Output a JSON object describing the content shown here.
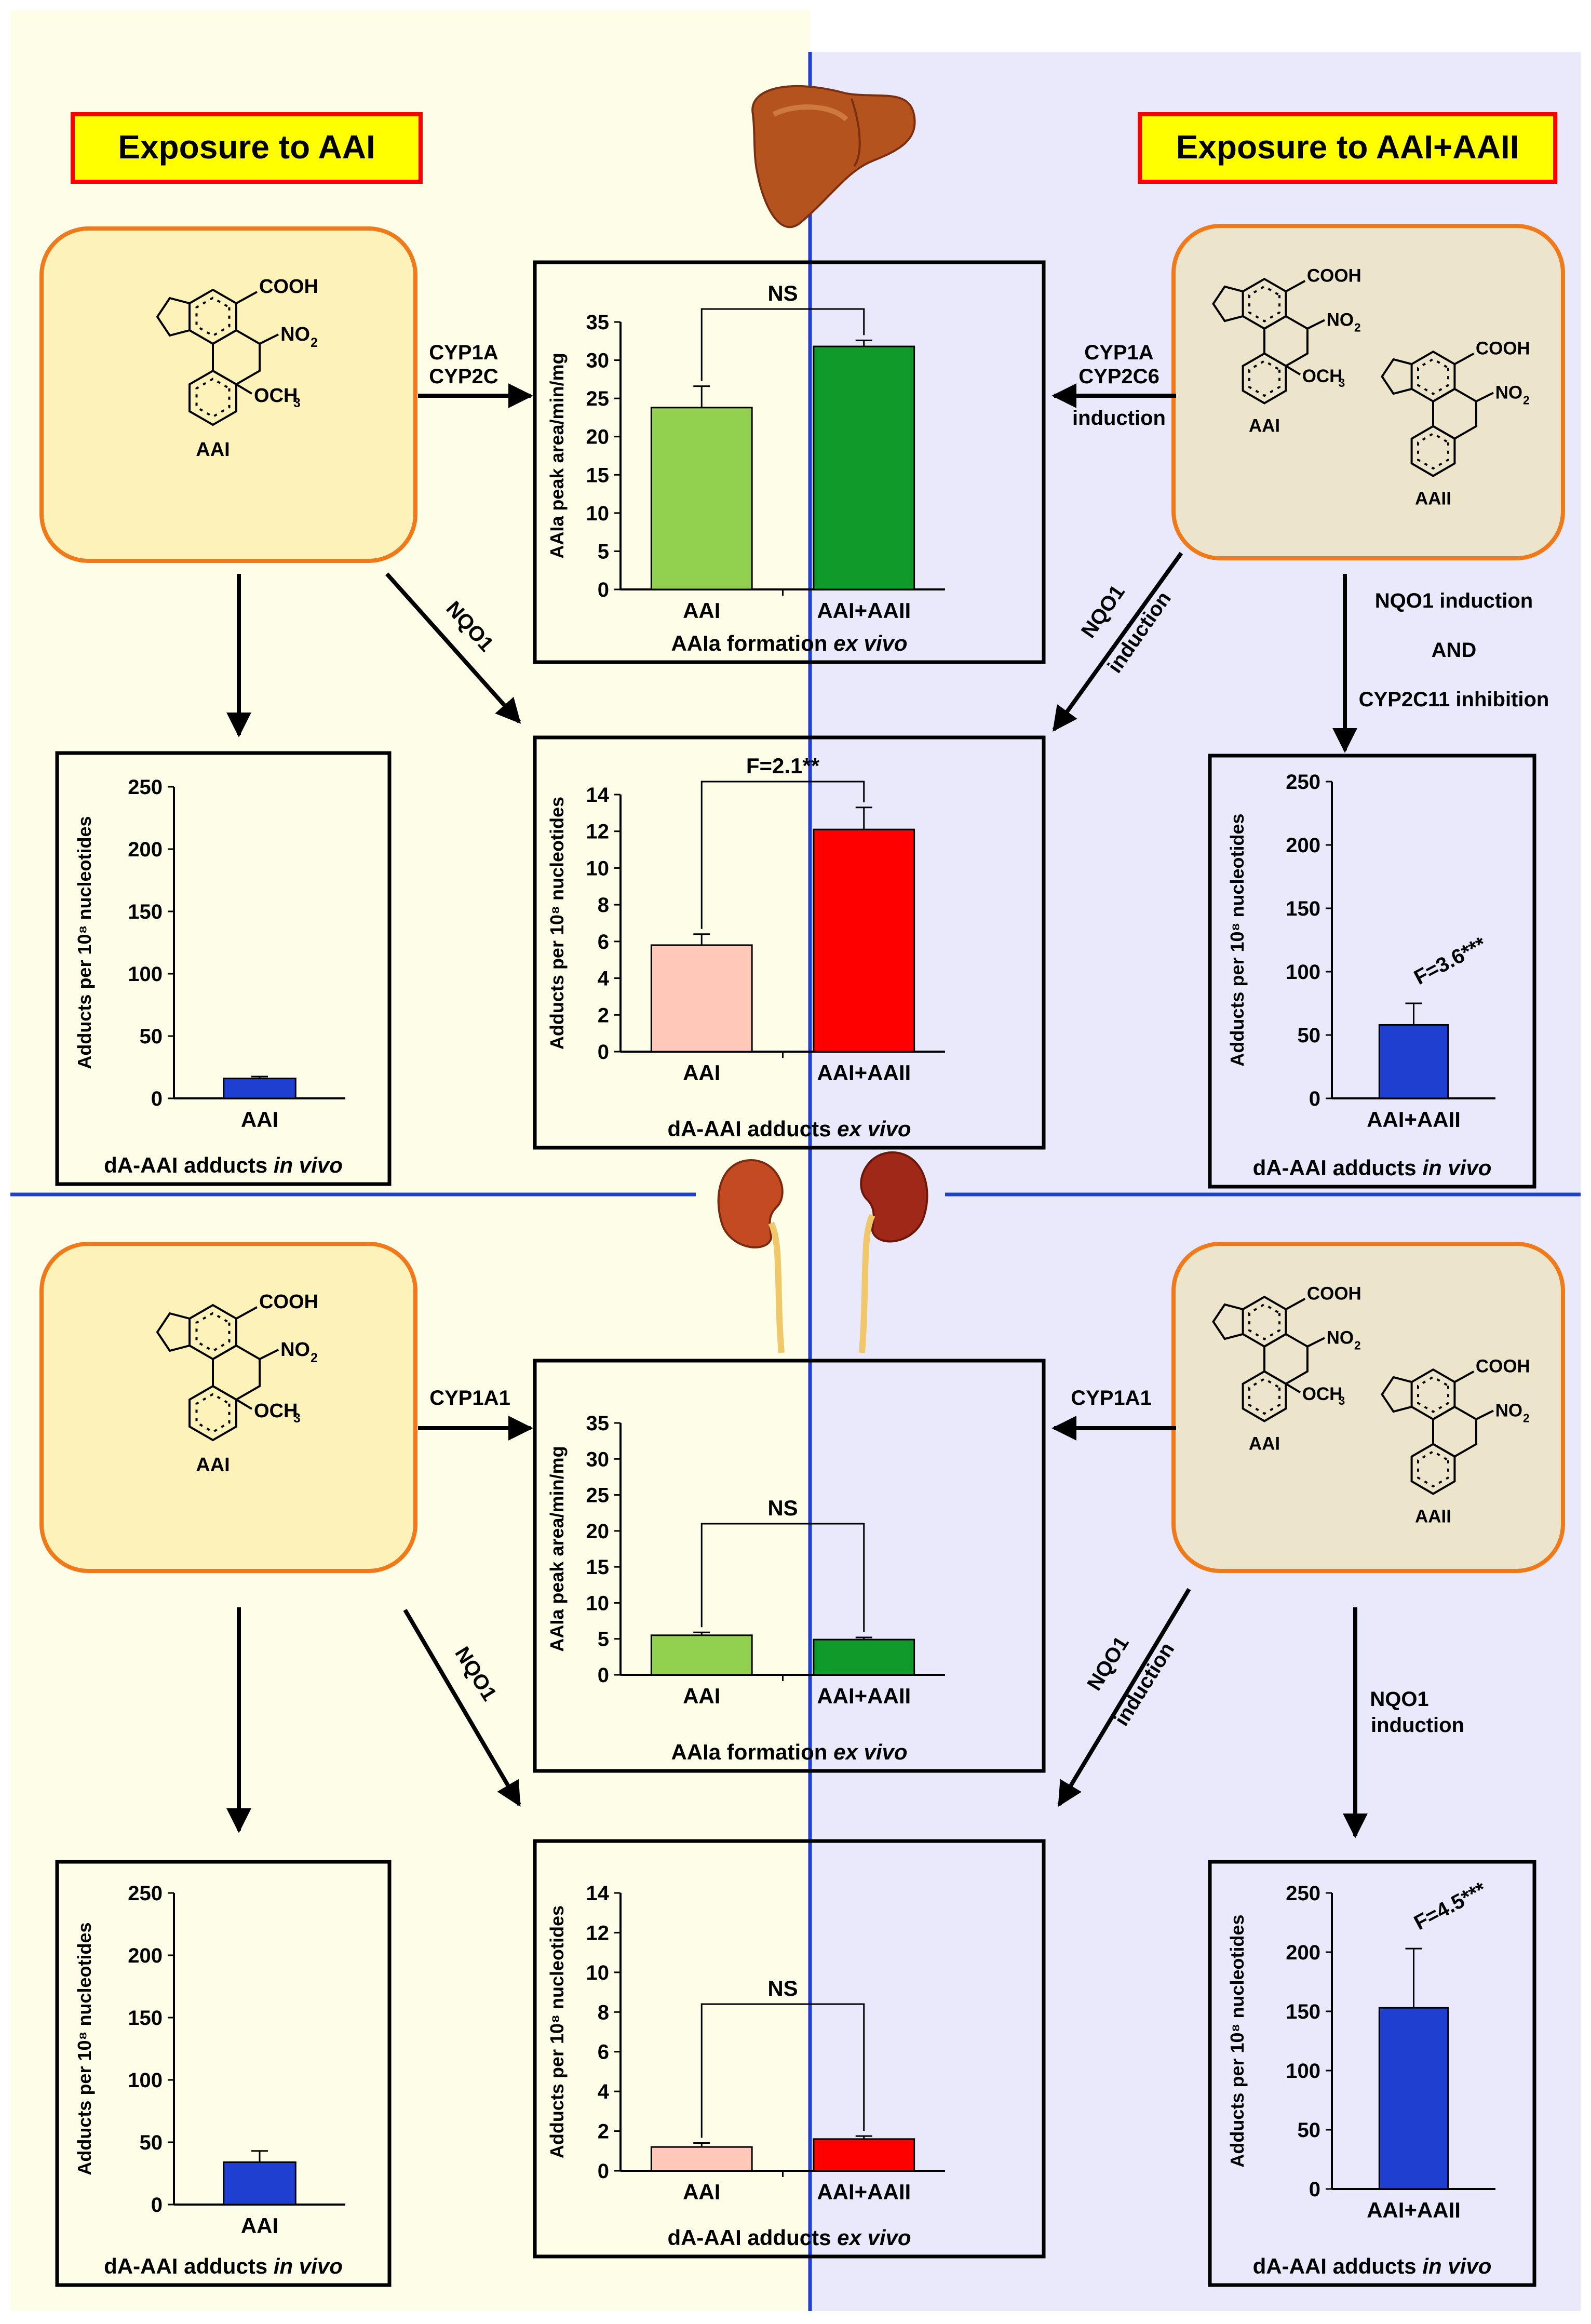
{
  "colors": {
    "left_bg": "#fdfde8",
    "right_bg": "#e9e9fb",
    "divider": "#1f3fd6",
    "title_fill": "#ffff00",
    "title_border": "#ff0000",
    "aai_box_fill": "#fdf2b9",
    "aaii_box_fill": "#ece5cc",
    "box_border": "#f07a1a",
    "green_light": "#92d050",
    "green_dark": "#0f9a2a",
    "pink": "#ffc8b8",
    "red": "#ff0000",
    "blue": "#1f3fd0"
  },
  "titles": {
    "left": "Exposure to AAI",
    "right": "Exposure to AAI+AAII"
  },
  "organs": {
    "top": "liver-icon",
    "bottom": "kidney-icon"
  },
  "molecules": {
    "aai_name": "AAI",
    "aaii_name": "AAII",
    "cooh": "COOH",
    "no2": "NO",
    "no2_sub": "2",
    "och3": "OCH",
    "och3_sub": "3"
  },
  "arrows": {
    "liver_left_enzymes": [
      "CYP1A",
      "CYP2C"
    ],
    "liver_right_enzymes": [
      "CYP1A",
      "CYP2C6",
      "induction"
    ],
    "liver_left_diag": "NQO1",
    "liver_right_diag": [
      "NQO1",
      "induction"
    ],
    "liver_right_down": [
      "NQO1 induction",
      "AND",
      "CYP2C11 inhibition"
    ],
    "kidney_left_enzyme": "CYP1A1",
    "kidney_right_enzyme": "CYP1A1",
    "kidney_left_diag": "NQO1",
    "kidney_right_diag": [
      "NQO1",
      "induction"
    ],
    "kidney_right_down": [
      "NQO1",
      "induction"
    ]
  },
  "chart_data": [
    {
      "id": "liver_formation",
      "type": "bar",
      "categories": [
        "AAI",
        "AAI+AAII"
      ],
      "values": [
        23.8,
        31.8
      ],
      "errors": [
        2.8,
        0.8
      ],
      "colors": [
        "#92d050",
        "#0f9a2a"
      ],
      "ylim": [
        0,
        35
      ],
      "ticks": [
        0,
        5,
        10,
        15,
        20,
        25,
        30,
        35
      ],
      "ylabel": "AAIa peak area/min/mg",
      "caption": "AAIa formation",
      "caption_italic": "ex vivo",
      "bracket": "NS",
      "bracket_variant": "top"
    },
    {
      "id": "liver_adducts_exvivo",
      "type": "bar",
      "categories": [
        "AAI",
        "AAI+AAII"
      ],
      "values": [
        5.8,
        12.1
      ],
      "errors": [
        0.6,
        1.2
      ],
      "colors": [
        "#ffc8b8",
        "#ff0000"
      ],
      "ylim": [
        0,
        14
      ],
      "ticks": [
        0,
        2,
        4,
        6,
        8,
        10,
        12,
        14
      ],
      "ylabel": "Adducts per 10⁸ nucleotides",
      "caption": "dA-AAI adducts",
      "caption_italic": "ex vivo",
      "bracket": "F=2.1**",
      "bracket_variant": "top"
    },
    {
      "id": "liver_aai_invivo",
      "type": "bar",
      "categories": [
        "AAI"
      ],
      "values": [
        16
      ],
      "errors": [
        1.5
      ],
      "colors": [
        "#1f3fd0"
      ],
      "ylim": [
        0,
        250
      ],
      "ticks": [
        0,
        50,
        100,
        150,
        200,
        250
      ],
      "ylabel": "Adducts per 10⁸ nucleotides",
      "caption": "dA-AAI adducts",
      "caption_italic": "in vivo"
    },
    {
      "id": "liver_mix_invivo",
      "type": "bar",
      "categories": [
        "AAI+AAII"
      ],
      "values": [
        58
      ],
      "errors": [
        17
      ],
      "colors": [
        "#1f3fd0"
      ],
      "ylim": [
        0,
        250
      ],
      "ticks": [
        0,
        50,
        100,
        150,
        200,
        250
      ],
      "ylabel": "Adducts per 10⁸ nucleotides",
      "caption": "dA-AAI adducts",
      "caption_italic": "in vivo",
      "annotation": "F=3.6***"
    },
    {
      "id": "kidney_formation",
      "type": "bar",
      "categories": [
        "AAI",
        "AAI+AAII"
      ],
      "values": [
        5.5,
        4.9
      ],
      "errors": [
        0.4,
        0.3
      ],
      "colors": [
        "#92d050",
        "#0f9a2a"
      ],
      "ylim": [
        0,
        35
      ],
      "ticks": [
        0,
        5,
        10,
        15,
        20,
        25,
        30,
        35
      ],
      "ylabel": "AAIa peak area/min/mg",
      "caption": "AAIa formation",
      "caption_italic": "ex vivo",
      "bracket": "NS",
      "bracket_variant": "mid"
    },
    {
      "id": "kidney_adducts_exvivo",
      "type": "bar",
      "categories": [
        "AAI",
        "AAI+AAII"
      ],
      "values": [
        1.2,
        1.6
      ],
      "errors": [
        0.2,
        0.15
      ],
      "colors": [
        "#ffc8b8",
        "#ff0000"
      ],
      "ylim": [
        0,
        14
      ],
      "ticks": [
        0,
        2,
        4,
        6,
        8,
        10,
        12,
        14
      ],
      "ylabel": "Adducts per 10⁸ nucleotides",
      "caption": "dA-AAI adducts",
      "caption_italic": "ex vivo",
      "bracket": "NS",
      "bracket_variant": "mid"
    },
    {
      "id": "kidney_aai_invivo",
      "type": "bar",
      "categories": [
        "AAI"
      ],
      "values": [
        34
      ],
      "errors": [
        9
      ],
      "colors": [
        "#1f3fd0"
      ],
      "ylim": [
        0,
        250
      ],
      "ticks": [
        0,
        50,
        100,
        150,
        200,
        250
      ],
      "ylabel": "Adducts per 10⁸ nucleotides",
      "caption": "dA-AAI adducts",
      "caption_italic": "in vivo"
    },
    {
      "id": "kidney_mix_invivo",
      "type": "bar",
      "categories": [
        "AAI+AAII"
      ],
      "values": [
        153
      ],
      "errors": [
        50
      ],
      "colors": [
        "#1f3fd0"
      ],
      "ylim": [
        0,
        250
      ],
      "ticks": [
        0,
        50,
        100,
        150,
        200,
        250
      ],
      "ylabel": "Adducts per 10⁸ nucleotides",
      "caption": "dA-AAI adducts",
      "caption_italic": "in vivo",
      "annotation": "F=4.5***"
    }
  ]
}
